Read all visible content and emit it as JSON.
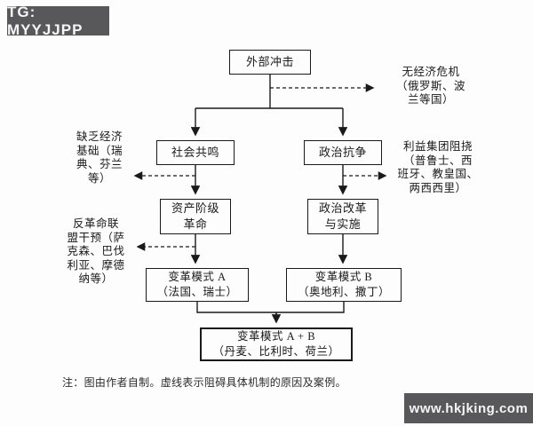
{
  "badge": {
    "label": "TG: MYYJJPP"
  },
  "watermark": {
    "label": "www.hkjking.com"
  },
  "diagram": {
    "nodes": {
      "external_shock": "外部冲击",
      "social_resonance": "社会共鸣",
      "political_contention": "政治抗争",
      "bourgeois_revolution": "资产阶级\n革命",
      "political_reform": "政治改革\n与实施",
      "model_a": "变革模式 A\n（法国、瑞士）",
      "model_b": "变革模式 B\n（奥地利、撒丁）",
      "model_ab": "变革模式 A + B\n（丹麦、比利时、荷兰）"
    },
    "annotations": {
      "no_economic_crisis": "无经济危机\n（俄罗斯、波\n兰等国）",
      "lack_of_economic_base": "缺乏经济\n基础（瑞\n典、芬兰\n等）",
      "interest_group_obstruction": "利益集团阻挠\n（普鲁士、西\n班牙、教皇国、\n两西西里）",
      "counter_revolutionary_alliance": "反革命联\n盟干预（萨\n克森、巴伐\n利亚、摩德\n纳等）"
    },
    "note": "注：图由作者自制。虚线表示阻碍具体机制的原因及案例。"
  },
  "colors": {
    "badge_background": "#58585a",
    "badge_text": "#f5f5f5",
    "line": "#1a1a1a",
    "background": "#fdfdfd"
  }
}
